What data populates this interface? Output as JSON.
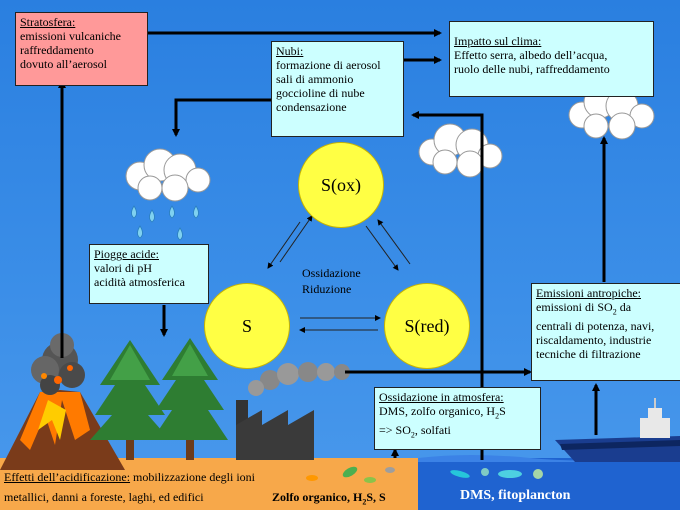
{
  "stratosfera": {
    "title": "Stratosfera:",
    "lines": [
      "emissioni vulcaniche",
      "raffreddamento",
      "dovuto all’aerosol"
    ]
  },
  "nubi": {
    "title": "Nubi:",
    "lines": [
      "formazione di aerosol",
      "sali di ammonio",
      "goccioline di nube",
      "condensazione"
    ]
  },
  "impatto": {
    "title": "Impatto sul clima:",
    "lines": [
      "Effetto serra, albedo dell’acqua,",
      "ruolo delle nubi, raffreddamento"
    ]
  },
  "piogge": {
    "title": "Piogge acide:",
    "lines": [
      "valori di pH",
      "acidità atmosferica"
    ]
  },
  "emissioni": {
    "title": "Emissioni antropiche:",
    "line1_pre": "emissioni di SO",
    "line1_sub": "2",
    "line1_post": " da",
    "lines": [
      "centrali di potenza, navi,",
      "riscaldamento, industrie",
      "tecniche di filtrazione"
    ]
  },
  "ossidazione": {
    "title": "Ossidazione in atmosfera:",
    "line1_pre": "DMS, zolfo organico, H",
    "line1_sub": "2",
    "line1_post": "S",
    "line2_pre": "=> SO",
    "line2_sub": "2",
    "line2_post": ", solfati"
  },
  "cycle": {
    "sox": "S(ox)",
    "s": "S",
    "sred": "S(red)",
    "ossidazione": "Ossidazione",
    "riduzione": "Riduzione"
  },
  "bottom": {
    "effetti_title": "Effetti dell’acidificazione:",
    "effetti_rest": " mobilizzazione degli ioni",
    "effetti_line2": "metallici, danni a foreste, laghi, ed edifici",
    "zolfo_pre": "Zolfo organico, H",
    "zolfo_sub": "2",
    "zolfo_post": "S, S",
    "dms": "DMS, fitoplancton"
  },
  "colors": {
    "sky": "#3c8fe8",
    "ground": "#f5a040",
    "sea": "#2a6fd8",
    "sun": "#ffff44",
    "box_cyan": "#ccffff",
    "box_pink": "#ff9999"
  }
}
